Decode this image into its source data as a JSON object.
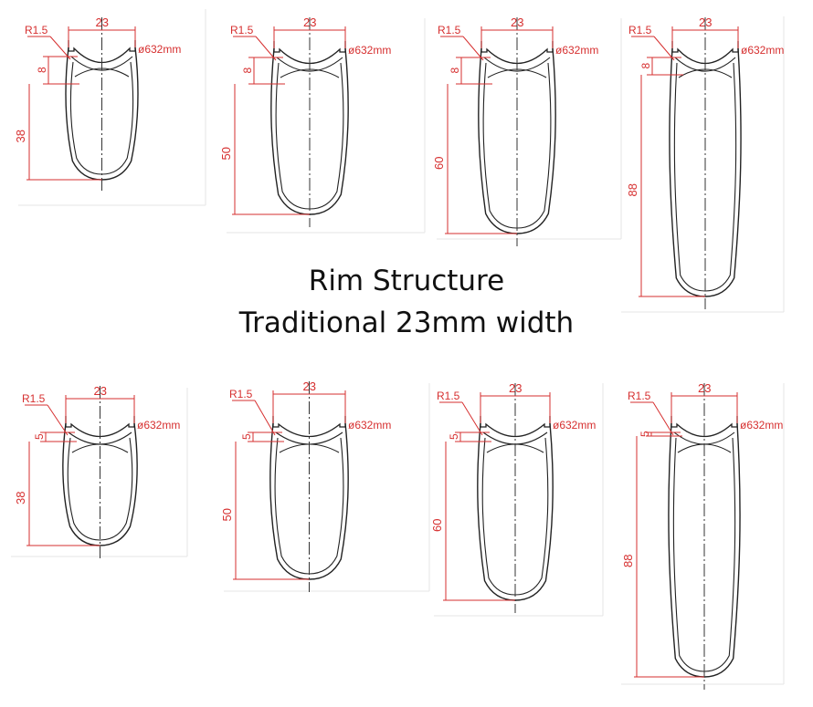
{
  "title": "Rim Structure",
  "subtitle": "Traditional 23mm width",
  "colors": {
    "dimension": "#d62f2f",
    "outline": "#222222",
    "centerline": "#333333",
    "frame": "#e6e6e6"
  },
  "profiles": [
    {
      "id": "top-38",
      "group": "top",
      "width": "23",
      "radius": "R1.5",
      "diameter": "ø632mm",
      "hook": "8",
      "depth": "38"
    },
    {
      "id": "top-50",
      "group": "top",
      "width": "23",
      "radius": "R1.5",
      "diameter": "ø632mm",
      "hook": "8",
      "depth": "50"
    },
    {
      "id": "top-60",
      "group": "top",
      "width": "23",
      "radius": "R1.5",
      "diameter": "ø632mm",
      "hook": "8",
      "depth": "60"
    },
    {
      "id": "top-88",
      "group": "top",
      "width": "23",
      "radius": "R1.5",
      "diameter": "ø632mm",
      "hook": "8",
      "depth": "88"
    },
    {
      "id": "bottom-38",
      "group": "bottom",
      "width": "23",
      "radius": "R1.5",
      "diameter": "ø632mm",
      "hook": "5",
      "depth": "38"
    },
    {
      "id": "bottom-50",
      "group": "bottom",
      "width": "23",
      "radius": "R1.5",
      "diameter": "ø632mm",
      "hook": "5",
      "depth": "50"
    },
    {
      "id": "bottom-60",
      "group": "bottom",
      "width": "23",
      "radius": "R1.5",
      "diameter": "ø632mm",
      "hook": "5",
      "depth": "60"
    },
    {
      "id": "bottom-88",
      "group": "bottom",
      "width": "23",
      "radius": "R1.5",
      "diameter": "ø632mm",
      "hook": "5",
      "depth": "88"
    }
  ]
}
